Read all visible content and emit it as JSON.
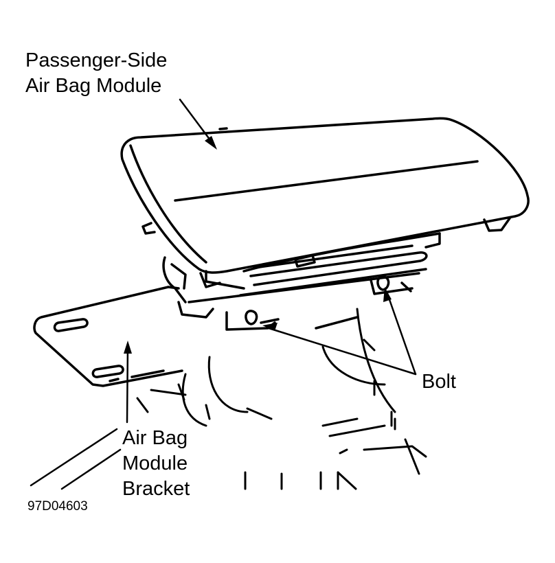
{
  "labels": {
    "module_line1": "Passenger-Side",
    "module_line2": "Air Bag Module",
    "bolt": "Bolt",
    "bracket_line1": "Air Bag",
    "bracket_line2": "Module",
    "bracket_line3": "Bracket"
  },
  "figure_code": "97D04603",
  "colors": {
    "ink": "#000000",
    "paper": "#ffffff"
  }
}
